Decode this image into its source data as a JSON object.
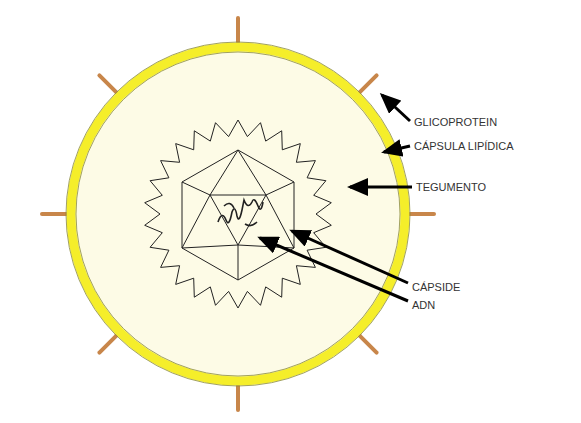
{
  "diagram": {
    "labels": [
      "GLICOPROTEIN",
      "CÁPSULA LIPÍDICA",
      "TEGUMENTO",
      "CÁPSIDE",
      "ADN"
    ]
  }
}
